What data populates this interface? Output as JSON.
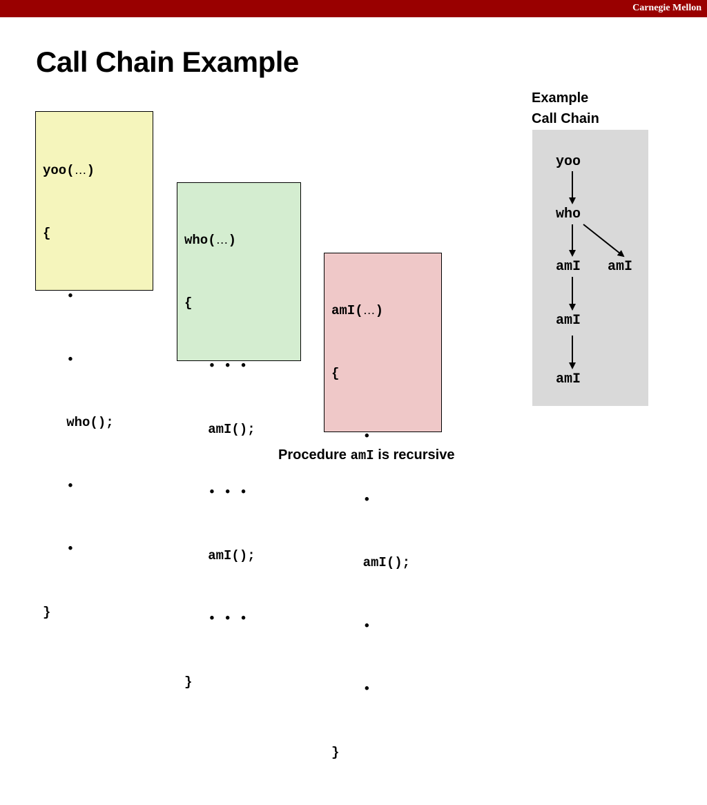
{
  "header": {
    "brand": "Carnegie Mellon"
  },
  "slide": {
    "title": "Call Chain Example"
  },
  "boxes": {
    "yoo": {
      "fill": "#f5f5bc",
      "lines": [
        "yoo(…)",
        "{",
        "   •",
        "   •",
        "   who();",
        "   •",
        "   •",
        "}"
      ]
    },
    "who": {
      "fill": "#d4edd0",
      "lines": [
        "who(…)",
        "{",
        "   • • •",
        "   amI();",
        "   • • •",
        "   amI();",
        "   • • •",
        "}"
      ]
    },
    "ami": {
      "fill": "#efc8c8",
      "lines": [
        "amI(…)",
        "{",
        "    •",
        "    •",
        "    amI();",
        "    •",
        "    •",
        "}"
      ]
    }
  },
  "chain": {
    "label_line1": "Example",
    "label_line2": "Call Chain",
    "panel_color": "#d9d9d9",
    "nodes": [
      "yoo",
      "who",
      "amI",
      "amI",
      "amI",
      "amI"
    ]
  },
  "caption": {
    "prefix": "Procedure ",
    "code": "amI",
    "suffix": " is recursive"
  }
}
